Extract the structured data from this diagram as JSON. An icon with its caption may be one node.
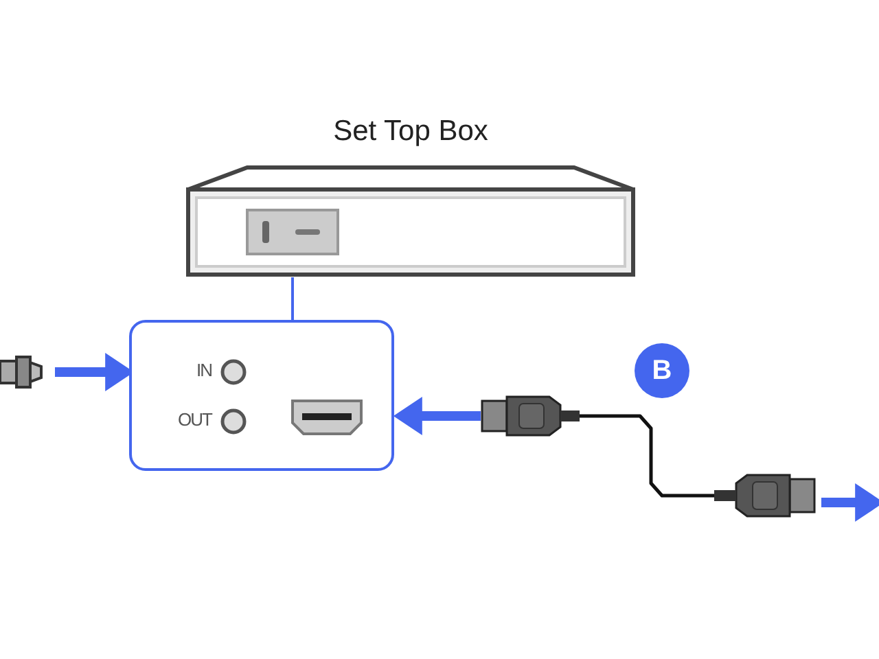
{
  "diagram": {
    "nodes": [
      {
        "text": [
          "Set Top Box"
        ]
      },
      {
        "text": [],
        "shape": "picture"
      },
      {
        "text": [
          "IN",
          "OUT"
        ]
      },
      {
        "text": [
          "B"
        ]
      },
      {
        "text": [],
        "shape": "picture"
      },
      {
        "text": [],
        "shape": "picture"
      }
    ],
    "edges": [
      {
        "from": 0,
        "to": 2,
        "arrow": "none"
      },
      {
        "from": 1,
        "to": 2,
        "arrow": "to"
      },
      {
        "from": 4,
        "to": 2,
        "arrow": "to"
      },
      {
        "from": 4,
        "to": 5,
        "arrow": "none",
        "color": "#111111"
      },
      {
        "from": 5,
        "to": null,
        "arrow": "to"
      }
    ]
  }
}
